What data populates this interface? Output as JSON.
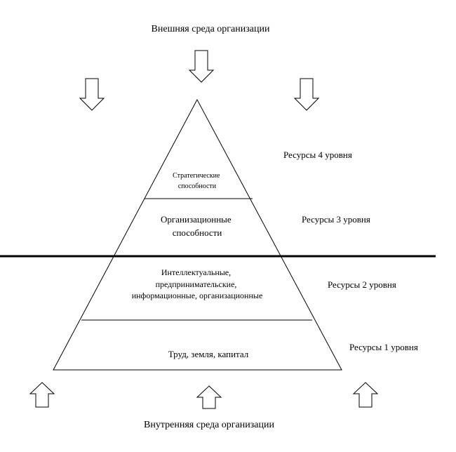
{
  "external_env": "Внешняя среда организации",
  "internal_env": "Внутренняя среда организации",
  "levels": {
    "strategic": [
      "Стратегические",
      "способности"
    ],
    "organizational": [
      "Организационные",
      "способности"
    ],
    "intellectual": [
      "Интеллектуальные,",
      "предпринимательские,",
      "информационные, организационные"
    ],
    "basic": [
      "Труд, земля, капитал"
    ]
  },
  "resources": {
    "r4": "Ресурсы 4 уровня",
    "r3": "Ресурсы 3 уровня",
    "r2": "Ресурсы 2 уровня",
    "r1": "Ресурсы 1 уровня"
  }
}
